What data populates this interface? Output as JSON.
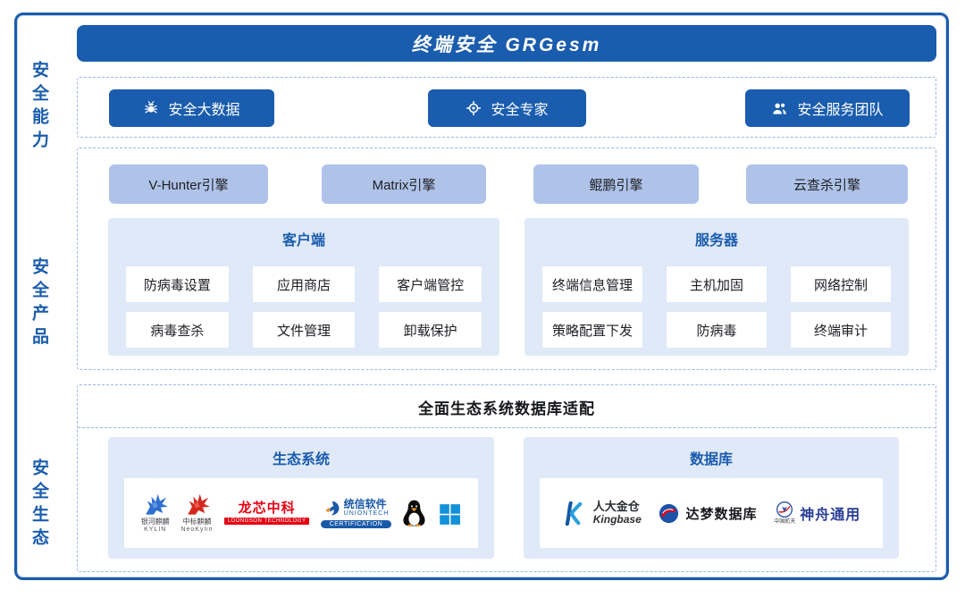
{
  "header": {
    "title": "终端安全 GRGesm"
  },
  "sidebar": {
    "labels": [
      "安全能力",
      "安全产品",
      "安全生态"
    ]
  },
  "capabilities": {
    "buttons": [
      {
        "label": "安全大数据",
        "icon": "bug-icon"
      },
      {
        "label": "安全专家",
        "icon": "target-icon"
      },
      {
        "label": "安全服务团队",
        "icon": "team-icon"
      }
    ]
  },
  "products": {
    "engines": [
      "V-Hunter引擎",
      "Matrix引擎",
      "鲲鹏引擎",
      "云查杀引擎"
    ],
    "client": {
      "title": "客户端",
      "items": [
        "防病毒设置",
        "应用商店",
        "客户端管控",
        "病毒查杀",
        "文件管理",
        "卸载保护"
      ]
    },
    "server": {
      "title": "服务器",
      "items": [
        "终端信息管理",
        "主机加固",
        "网络控制",
        "策略配置下发",
        "防病毒",
        "终端审计"
      ]
    }
  },
  "ecosystem": {
    "section_title": "全面生态系统数据库适配",
    "eco_panel": {
      "title": "生态系统",
      "logos": [
        {
          "name": "kylin-logo",
          "label": "银河麒麟",
          "sub": "KYLIN"
        },
        {
          "name": "neokylin-logo",
          "label": "中标麒麟",
          "sub": "NeoKylin"
        },
        {
          "name": "loongson-logo",
          "label": "龙芯中科",
          "sub": "LOONGSON TECHNOLOGY"
        },
        {
          "name": "uniontech-logo",
          "label": "统信软件",
          "sub": "UNIONTECH",
          "badge": "CERTIFICATION"
        },
        {
          "name": "linux-tux-logo"
        },
        {
          "name": "windows-logo"
        }
      ]
    },
    "db_panel": {
      "title": "数据库",
      "logos": [
        {
          "name": "kingbase-logo",
          "label": "人大金仓",
          "sub": "Kingbase"
        },
        {
          "name": "dameng-logo",
          "label": "达梦数据库"
        },
        {
          "name": "shentong-logo",
          "label": "神舟通用",
          "sub": "中国航天"
        }
      ]
    }
  },
  "colors": {
    "primary": "#1A5CAD",
    "engine_chip": "#AFC3E8",
    "panel": "#DFE9F7",
    "dashed_border": "#9DB7E3"
  }
}
